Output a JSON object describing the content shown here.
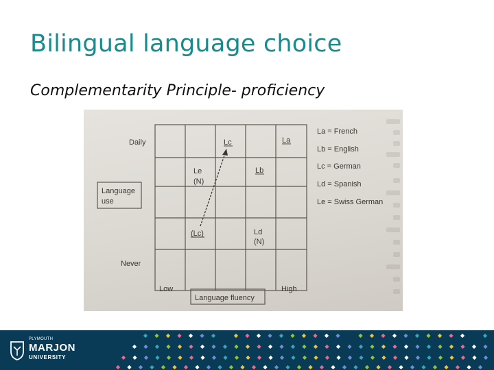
{
  "slide": {
    "title": "Bilingual language choice",
    "subtitle": "Complementarity Principle- proficiency"
  },
  "figure": {
    "y_axis": {
      "box_label_line1": "Language",
      "box_label_line2": "use",
      "top": "Daily",
      "bottom": "Never"
    },
    "x_axis": {
      "box_label": "Language fluency",
      "left": "Low",
      "right": "High"
    },
    "cells": {
      "lc": "Lc",
      "la": "La",
      "le_line1": "Le",
      "le_line2": "(N)",
      "lb": "Lb",
      "lc_paren": "(Lc)",
      "ld_line1": "Ld",
      "ld_line2": "(N)"
    },
    "legend": [
      "La = French",
      "Lb = English",
      "Lc = German",
      "Ld = Spanish",
      "Le = Swiss German"
    ]
  },
  "footer": {
    "logo_small": "PLYMOUTH",
    "logo_big": "MARJON",
    "logo_sub": "UNIVERSITY"
  },
  "colors": {
    "title": "#1a8a8c",
    "footer_bg": "#0a3b56",
    "dot_palette": [
      "#3aa6b9",
      "#8cc63f",
      "#e8c547",
      "#e86a92",
      "#ffffff",
      "#6d8fd6"
    ]
  }
}
